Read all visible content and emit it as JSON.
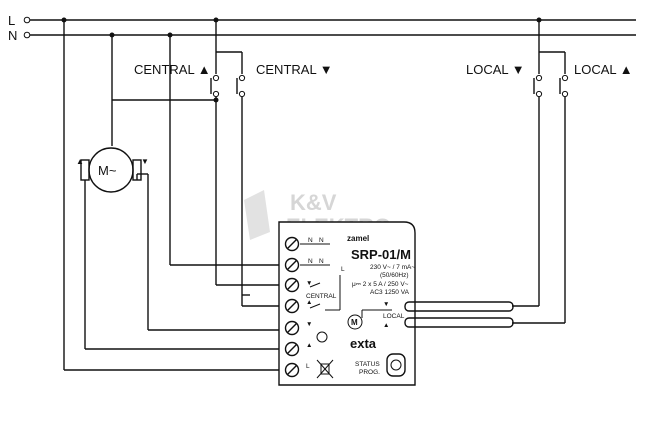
{
  "rails": {
    "line": "L",
    "neutral": "N"
  },
  "switches": {
    "central_up": "CENTRAL ▲",
    "central_down": "CENTRAL ▼",
    "local_down": "LOCAL ▼",
    "local_up": "LOCAL ▲"
  },
  "motor": {
    "label": "M~",
    "up_mark": "▲",
    "down_mark": "▼"
  },
  "watermark": {
    "line1": "K&V",
    "line2": "ELEKTRO"
  },
  "module": {
    "brand": "zamel",
    "model": "SRP-01/M",
    "spec1": "230 V~ / 7 mA~",
    "spec2": "(50/60Hz)",
    "spec3": "μ⎓ 2 x 5 A / 250 V~",
    "spec4": "AC3 1250 VA",
    "product": "exta",
    "status1": "STATUS",
    "status2": "PROG.",
    "central_lbl": "CENTRAL",
    "local_lbl": "LOCAL",
    "m_lbl": "M",
    "n_lbl": "N",
    "l_lbl": "L",
    "up_mark": "▲",
    "down_mark": "▼"
  },
  "colors": {
    "ink": "#111111",
    "watermark": "#d6d6d6",
    "module_fill": "#ffffff"
  }
}
